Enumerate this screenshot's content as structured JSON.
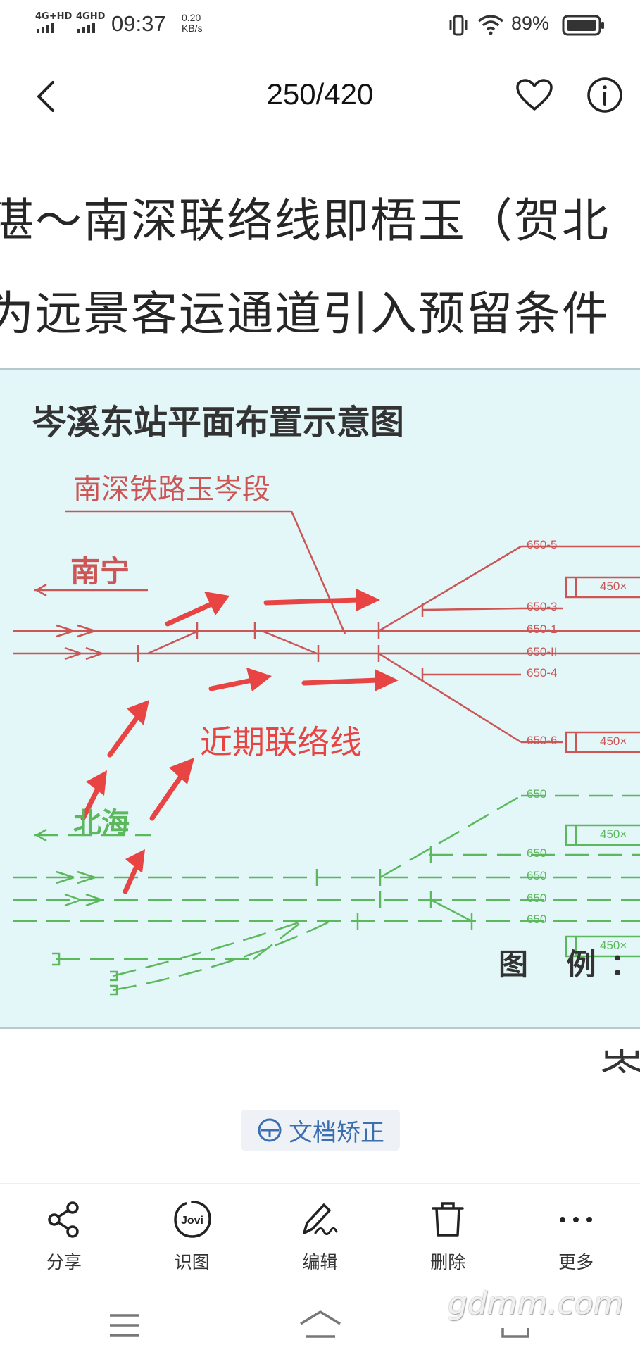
{
  "status_bar": {
    "network_1": "4G+HD",
    "network_2": "4GHD",
    "time": "09:37",
    "speed_value": "0.20",
    "speed_unit": "KB/s",
    "battery": "89%"
  },
  "top_bar": {
    "page_counter": "250/420"
  },
  "document": {
    "text_line_1": "湛～南深联络线即梧玉（贺北",
    "text_line_2": "为远景客运通道引入预留条件",
    "diagram_title": "岑溪东站平面布置示意图",
    "label_red_line": "南深铁路玉岑段",
    "label_nanning": "南宁",
    "label_beihai": "北海",
    "annotation": "近期联络线",
    "legend": "图 例：",
    "next_text": "岑",
    "red_track_labels": [
      "650-5",
      "650-3",
      "650-1",
      "650-II",
      "650-4",
      "650-6"
    ],
    "green_track_labels": [
      "650",
      "650",
      "650",
      "650",
      "650"
    ],
    "red_platforms": [
      "450×",
      "450×"
    ],
    "green_platforms": [
      "450×",
      "450×"
    ]
  },
  "correct_button": {
    "label": "文档矫正"
  },
  "actions": [
    {
      "label": "分享",
      "icon": "share-icon"
    },
    {
      "label": "识图",
      "icon": "jovi-icon",
      "icon_text": "Jovi"
    },
    {
      "label": "编辑",
      "icon": "edit-icon"
    },
    {
      "label": "删除",
      "icon": "trash-icon"
    },
    {
      "label": "更多",
      "icon": "more-icon"
    }
  ],
  "watermark": "gdmm.com",
  "colors": {
    "red_track": "#cc5555",
    "green_track": "#5cb85c",
    "arrow": "#e84444",
    "diagram_bg": "#e3f7f9"
  }
}
